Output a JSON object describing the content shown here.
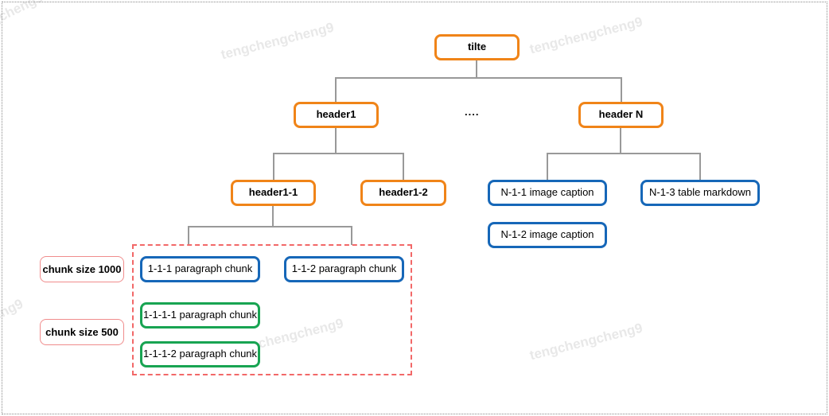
{
  "watermark": {
    "text": "tengchengcheng9"
  },
  "colors": {
    "orange": "#F08418",
    "blue": "#1667B8",
    "green": "#18A452",
    "dash_red": "#F26868",
    "label_red": "#F08C8C",
    "connector": "#999999"
  },
  "tree": {
    "title": "tilte",
    "dots": "....",
    "header1": "header1",
    "header_n": "header N",
    "header1_1": "header1-1",
    "header1_2": "header1-2",
    "n_1_1": "N-1-1 image caption",
    "n_1_3": "N-1-3 table markdown",
    "n_1_2": "N-1-2 image caption",
    "chunk_1_1_1": "1-1-1 paragraph chunk",
    "chunk_1_1_2": "1-1-2 paragraph chunk",
    "chunk_1_1_1_1": "1-1-1-1 paragraph chunk",
    "chunk_1_1_1_2": "1-1-1-2 paragraph chunk"
  },
  "legend": {
    "chunk_size_1000": "chunk size 1000",
    "chunk_size_500": "chunk size 500"
  }
}
